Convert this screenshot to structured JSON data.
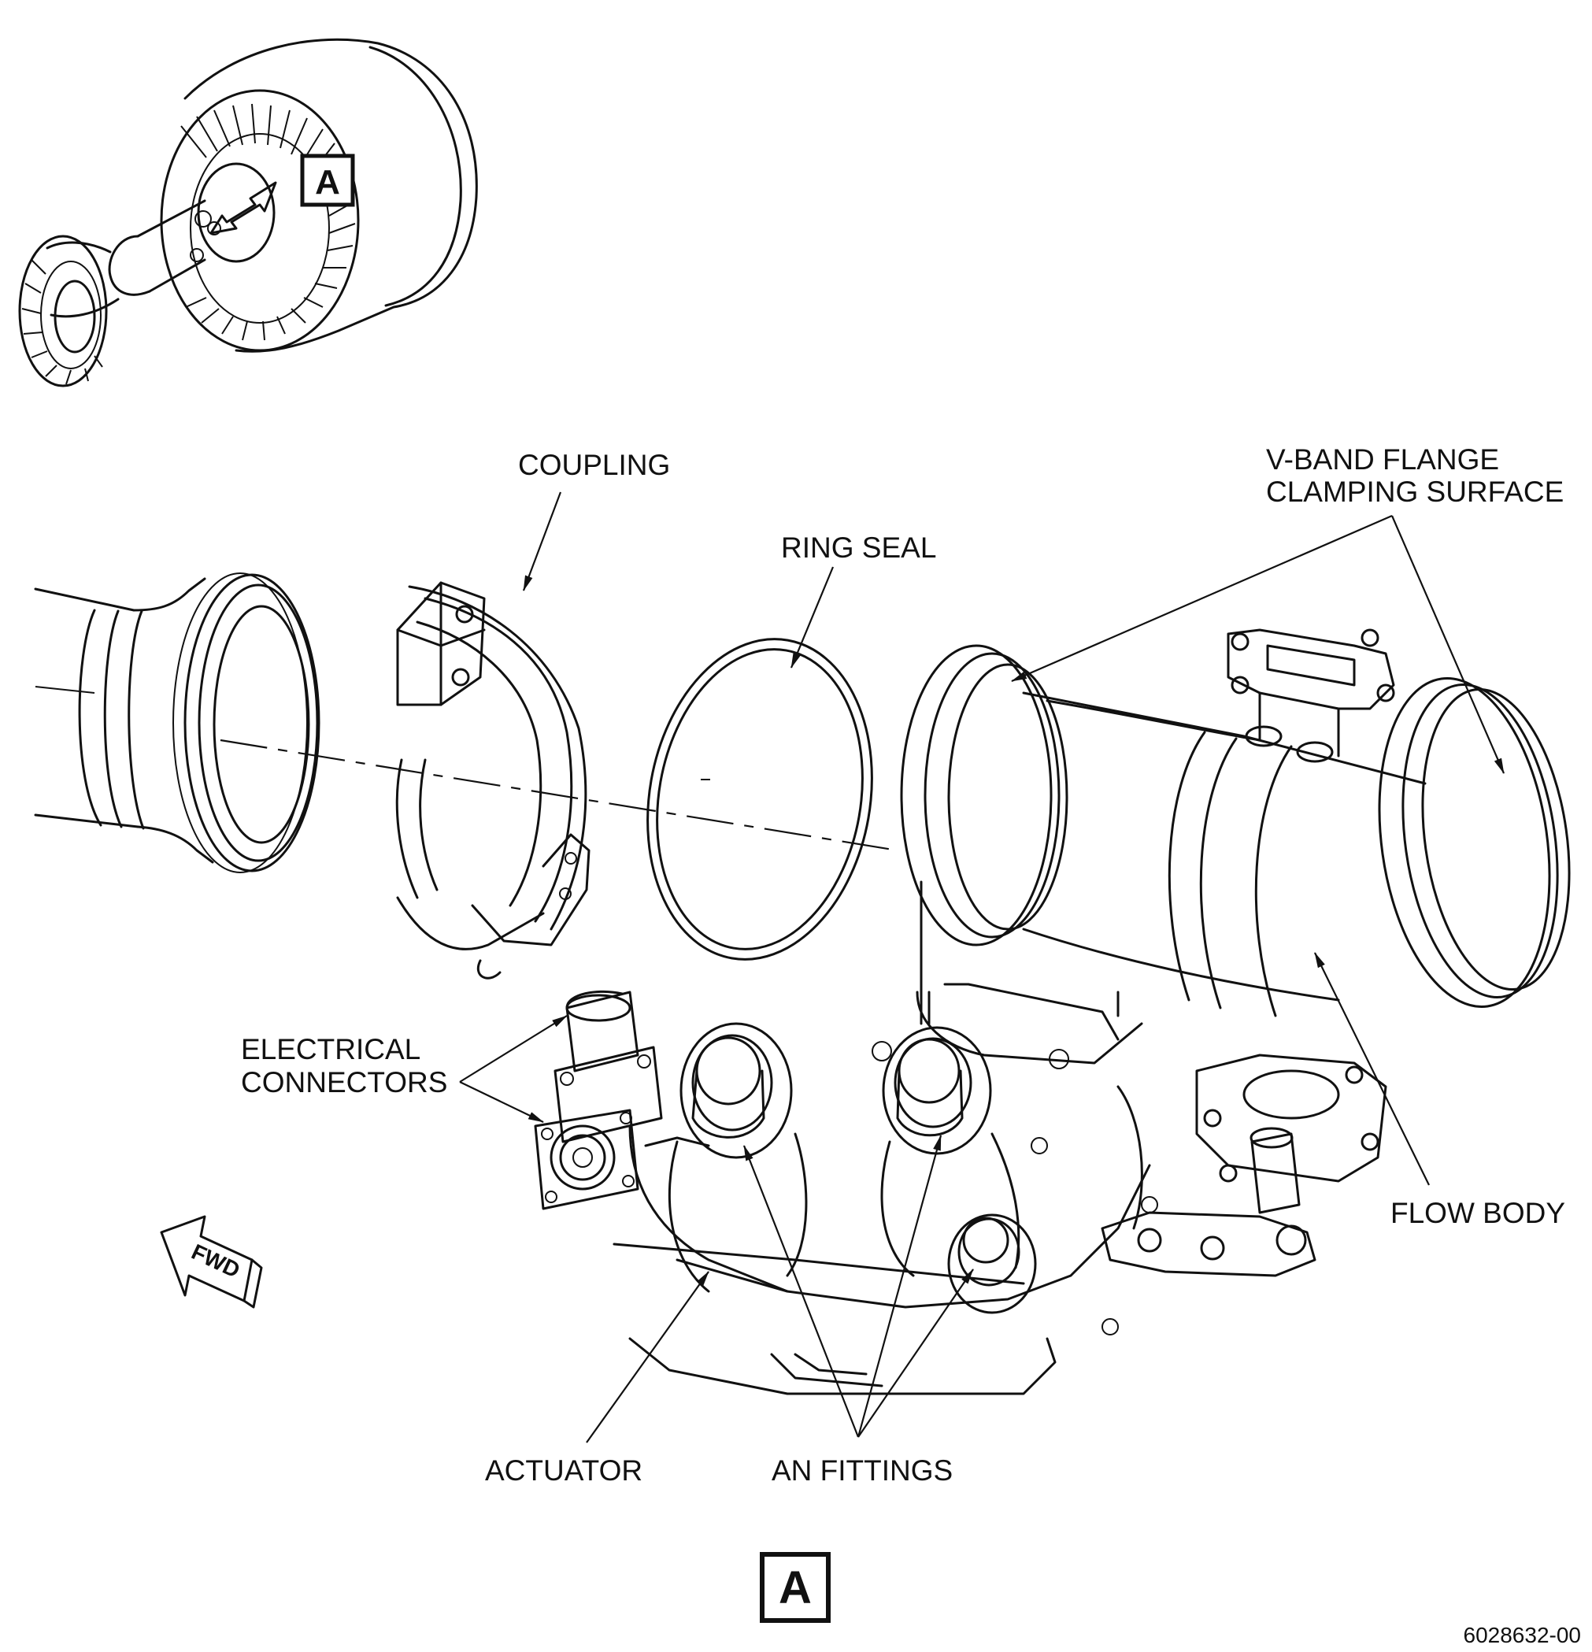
{
  "labels": {
    "coupling": "COUPLING",
    "ring_seal": "RING SEAL",
    "vband_line1": "V-BAND FLANGE",
    "vband_line2": "CLAMPING SURFACE",
    "electrical_line1": "ELECTRICAL",
    "electrical_line2": "CONNECTORS",
    "flow_body": "FLOW BODY",
    "actuator": "ACTUATOR",
    "an_fittings": "AN FITTINGS",
    "fwd": "FWD"
  },
  "detail_ref": "A",
  "figure_id": "6028632-00"
}
